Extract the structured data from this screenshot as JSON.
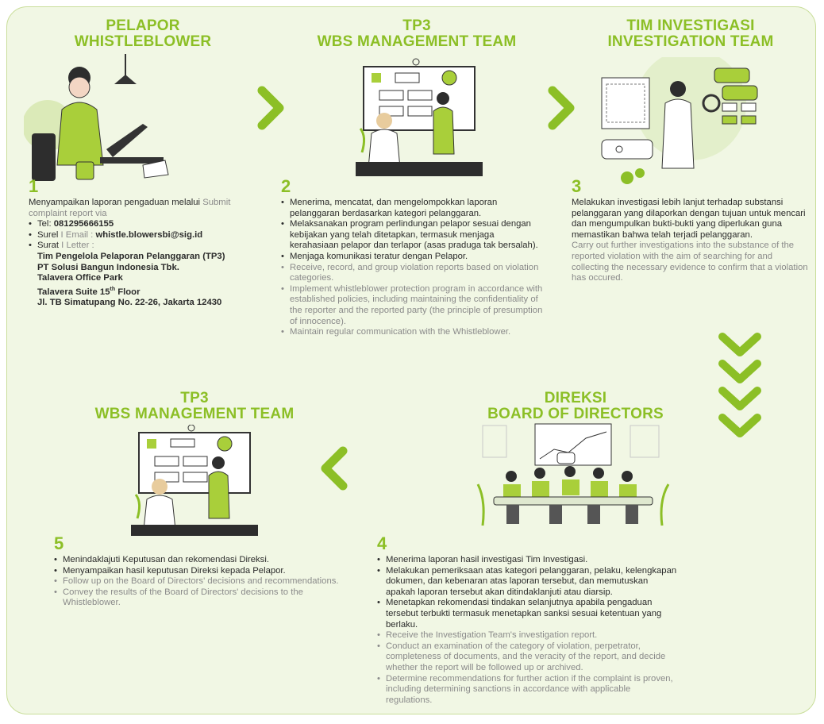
{
  "colors": {
    "accent": "#8cbf26",
    "panel_bg": "#f1f7e4",
    "text": "#2b2b2b",
    "english_text": "#8a8a8a"
  },
  "steps": {
    "s1": {
      "title1": "PELAPOR",
      "title2": "WHISTLEBLOWER",
      "number": "1",
      "intro_id": "Menyampaikan laporan pengaduan melalui",
      "intro_en1": "Submit",
      "intro_en2": "complaint report via",
      "tel_label": "Tel: ",
      "tel_value": "081295666155",
      "email_label_id": "Surel",
      "email_sep": " I ",
      "email_label_en": "Email : ",
      "email_value": "whistle.blowersbi@sig.id",
      "letter_label_id": "Surat",
      "letter_sep": " I ",
      "letter_label_en": "Letter :",
      "addr1": "Tim Pengelola Pelaporan Pelanggaran (TP3)",
      "addr2": "PT Solusi Bangun Indonesia Tbk.",
      "addr3": "Talavera Office Park",
      "addr4a": "Talavera Suite 15",
      "addr4sup": "th",
      "addr4b": " Floor",
      "addr5": "Jl. TB Simatupang No. 22-26, Jakarta 12430"
    },
    "s2": {
      "title1": "TP3",
      "title2": "WBS MANAGEMENT TEAM",
      "number": "2",
      "items_id": [
        "Menerima, mencatat, dan mengelompokkan laporan pelanggaran berdasarkan kategori pelanggaran.",
        "Melaksanakan program perlindungan pelapor sesuai dengan kebijakan yang telah ditetapkan, termasuk menjaga kerahasiaan pelapor dan terlapor (asas praduga tak bersalah).",
        "Menjaga komunikasi teratur dengan Pelapor."
      ],
      "items_en": [
        "Receive, record, and group violation reports based on violation categories.",
        "Implement whistleblower protection program in accordance with established policies, including maintaining the confidentiality of the reporter and the reported party (the principle of presumption of innocence).",
        "Maintain regular communication with the Whistleblower."
      ]
    },
    "s3": {
      "title1": "TIM INVESTIGASI",
      "title2": "INVESTIGATION TEAM",
      "number": "3",
      "text_id": "Melakukan investigasi lebih lanjut terhadap substansi pelanggaran yang dilaporkan dengan tujuan untuk mencari dan mengumpulkan bukti-bukti yang diperlukan guna memastikan bahwa telah terjadi pelanggaran.",
      "text_en": "Carry out further investigations into the substance of the reported violation with the aim of searching for and collecting the necessary evidence to confirm that a violation has occured."
    },
    "s4": {
      "title1": "DIREKSI",
      "title2": "BOARD OF DIRECTORS",
      "number": "4",
      "items_id": [
        "Menerima laporan hasil investigasi Tim Investigasi.",
        "Melakukan pemeriksaan atas kategori pelanggaran, pelaku, kelengkapan dokumen, dan kebenaran atas laporan tersebut, dan memutuskan apakah laporan tersebut akan ditindaklanjuti atau diarsip.",
        "Menetapkan rekomendasi tindakan selanjutnya apabila pengaduan tersebut terbukti termasuk menetapkan sanksi sesuai ketentuan yang berlaku."
      ],
      "items_en": [
        "Receive the Investigation Team's investigation report.",
        "Conduct an examination of the category of violation, perpetrator, completeness of documents, and the veracity of the report, and decide whether the report will be followed up or archived.",
        "Determine recommendations for further action if the complaint is proven, including determining sanctions in accordance with applicable regulations."
      ]
    },
    "s5": {
      "title1": "TP3",
      "title2": "WBS MANAGEMENT TEAM",
      "number": "5",
      "items_id": [
        "Menindaklajuti Keputusan dan rekomendasi Direksi.",
        "Menyampaikan hasil keputusan Direksi kepada Pelapor."
      ],
      "items_en": [
        "Follow up on the Board of Directors' decisions and recommendations.",
        "Convey the results of the Board of Directors' decisions to the Whistleblower."
      ]
    }
  },
  "icons": {
    "arrow_1_2": "chevron-right-icon",
    "arrow_2_3": "chevron-right-icon",
    "arrow_3_4": "chevron-down-stack-icon",
    "arrow_4_5": "chevron-left-icon"
  }
}
